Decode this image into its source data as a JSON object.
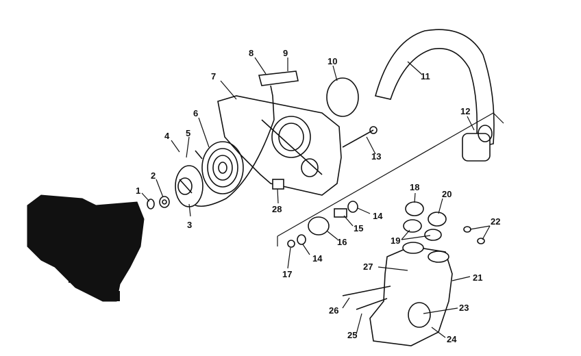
{
  "diagram": {
    "callouts": [
      "1",
      "2",
      "3",
      "4",
      "5",
      "6",
      "7",
      "8",
      "9",
      "10",
      "11",
      "12",
      "13",
      "14",
      "15",
      "16",
      "14",
      "17",
      "18",
      "19",
      "20",
      "22",
      "27",
      "21",
      "23",
      "26",
      "25",
      "24",
      "28"
    ]
  }
}
